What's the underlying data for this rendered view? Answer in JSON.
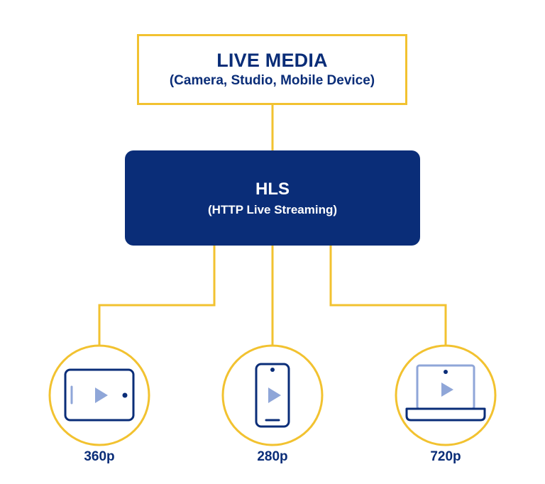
{
  "source": {
    "title": "LIVE MEDIA",
    "subtitle": "(Camera, Studio, Mobile Device)"
  },
  "protocol": {
    "title": "HLS",
    "subtitle": "(HTTP Live Streaming)"
  },
  "outputs": [
    {
      "label": "360p",
      "icon": "tablet-icon"
    },
    {
      "label": "280p",
      "icon": "phone-icon"
    },
    {
      "label": "720p",
      "icon": "laptop-icon"
    }
  ],
  "colors": {
    "accent": "#f2c230",
    "primary": "#0a2d78",
    "icon_light": "#8fa6d8"
  }
}
